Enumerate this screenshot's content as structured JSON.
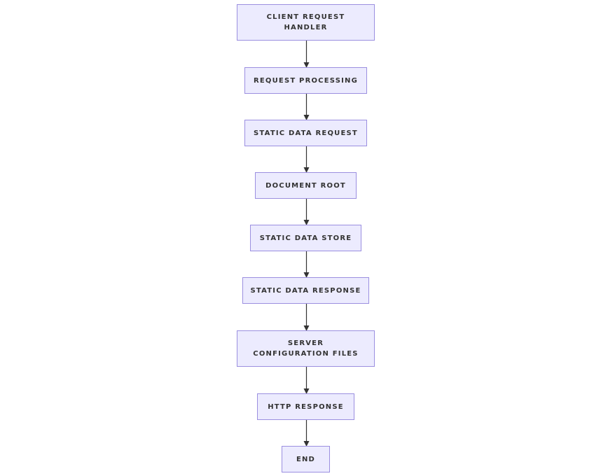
{
  "diagram": {
    "type": "flowchart",
    "direction": "top-down",
    "colors": {
      "node_fill": "#ecebfe",
      "node_border": "#9b8fe0",
      "edge": "#333333",
      "text": "#333333"
    },
    "nodes": [
      {
        "id": "client_request_handler",
        "label": "CLIENT REQUEST HANDLER"
      },
      {
        "id": "request_processing",
        "label": "REQUEST PROCESSING"
      },
      {
        "id": "static_data_request",
        "label": "STATIC DATA REQUEST"
      },
      {
        "id": "document_root",
        "label": "DOCUMENT ROOT"
      },
      {
        "id": "static_data_store",
        "label": "STATIC DATA STORE"
      },
      {
        "id": "static_data_response",
        "label": "STATIC DATA RESPONSE"
      },
      {
        "id": "server_configuration_files",
        "label": "SERVER CONFIGURATION FILES"
      },
      {
        "id": "http_response",
        "label": "HTTP RESPONSE"
      },
      {
        "id": "end",
        "label": "END"
      }
    ],
    "edges": [
      {
        "from": "client_request_handler",
        "to": "request_processing"
      },
      {
        "from": "request_processing",
        "to": "static_data_request"
      },
      {
        "from": "static_data_request",
        "to": "document_root"
      },
      {
        "from": "document_root",
        "to": "static_data_store"
      },
      {
        "from": "static_data_store",
        "to": "static_data_response"
      },
      {
        "from": "static_data_response",
        "to": "server_configuration_files"
      },
      {
        "from": "server_configuration_files",
        "to": "http_response"
      },
      {
        "from": "http_response",
        "to": "end"
      }
    ]
  }
}
